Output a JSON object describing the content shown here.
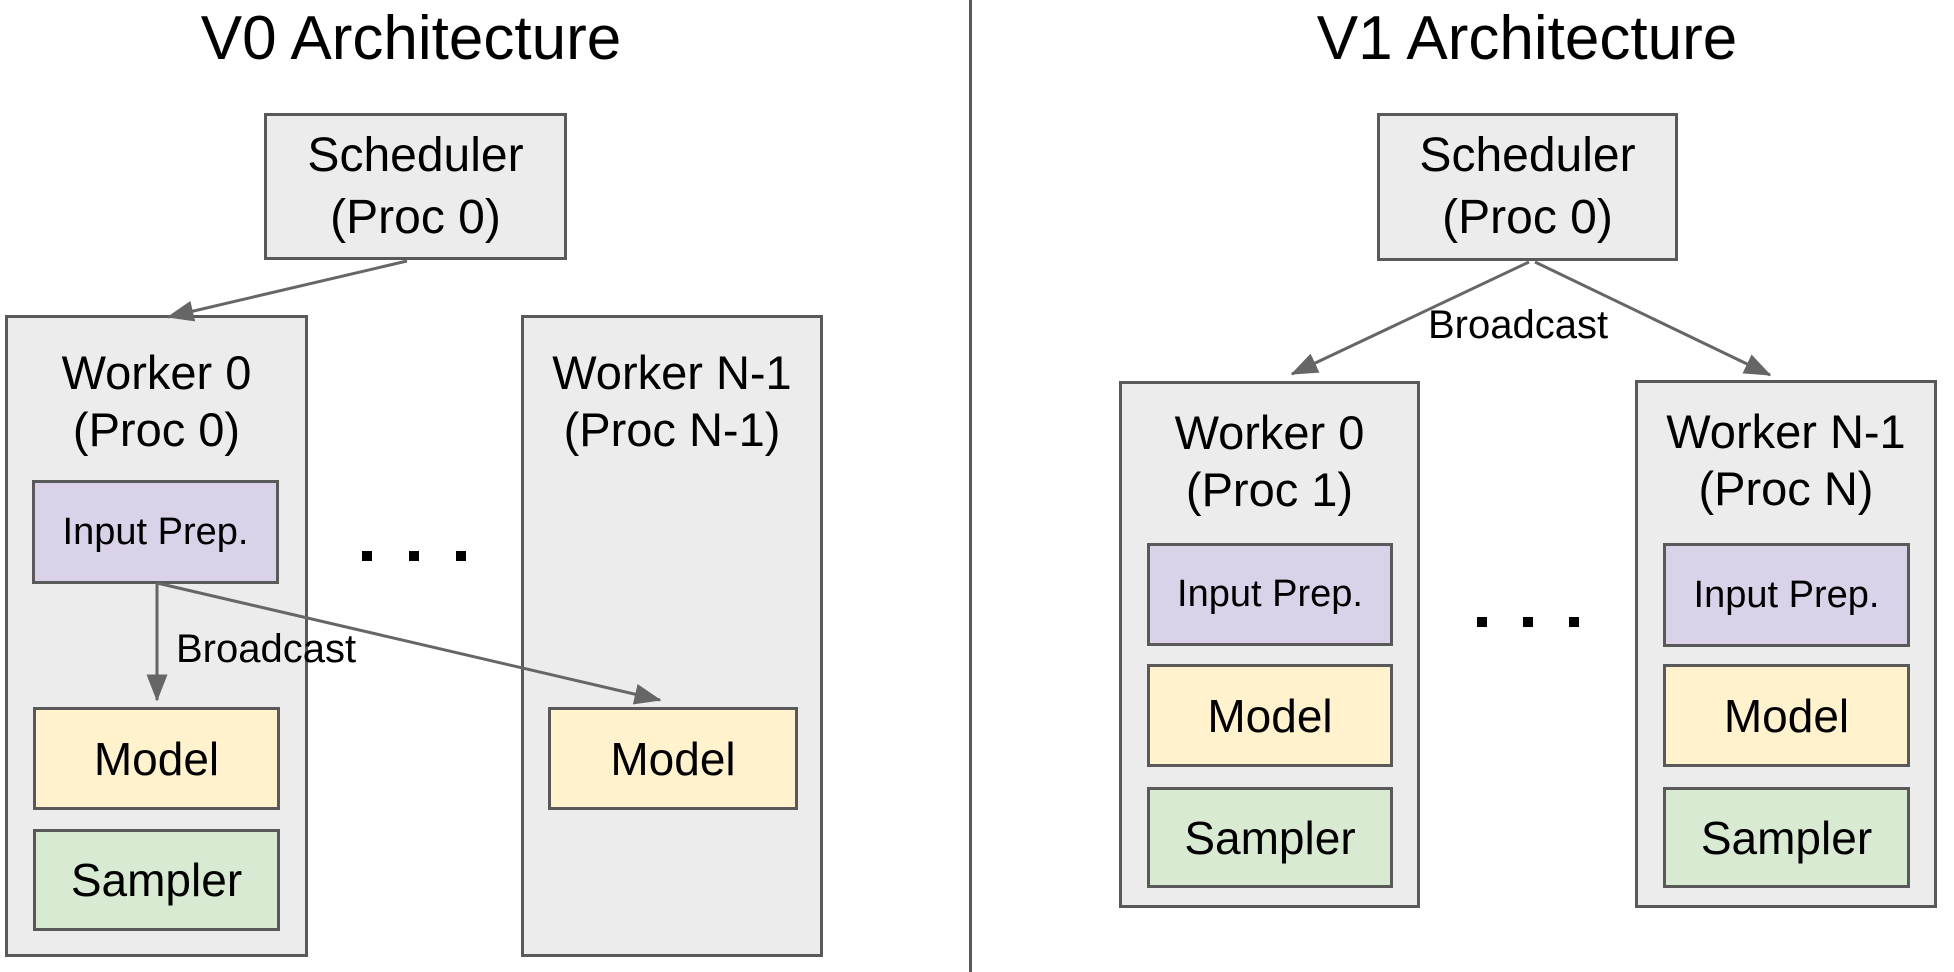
{
  "colors": {
    "container_fill": "#ececec",
    "input_prep_fill": "#d9d2e9",
    "model_fill": "#fff2cc",
    "sampler_fill": "#d9ead3",
    "border": "#595959",
    "arrow": "#666666"
  },
  "v0": {
    "title": "V0 Architecture",
    "scheduler": {
      "name": "Scheduler",
      "proc": "(Proc 0)"
    },
    "worker0": {
      "name": "Worker 0",
      "proc": "(Proc 0)",
      "boxes": {
        "input_prep": "Input Prep.",
        "model": "Model",
        "sampler": "Sampler"
      }
    },
    "worker_n": {
      "name": "Worker N-1",
      "proc": "(Proc N-1)",
      "boxes": {
        "model": "Model"
      }
    },
    "broadcast": "Broadcast",
    "ellipsis": ". . ."
  },
  "v1": {
    "title": "V1 Architecture",
    "scheduler": {
      "name": "Scheduler",
      "proc": "(Proc 0)"
    },
    "broadcast": "Broadcast",
    "worker0": {
      "name": "Worker 0",
      "proc": "(Proc 1)",
      "boxes": {
        "input_prep": "Input Prep.",
        "model": "Model",
        "sampler": "Sampler"
      }
    },
    "worker_n": {
      "name": "Worker N-1",
      "proc": "(Proc N)",
      "boxes": {
        "input_prep": "Input Prep.",
        "model": "Model",
        "sampler": "Sampler"
      }
    },
    "ellipsis": ". . ."
  }
}
